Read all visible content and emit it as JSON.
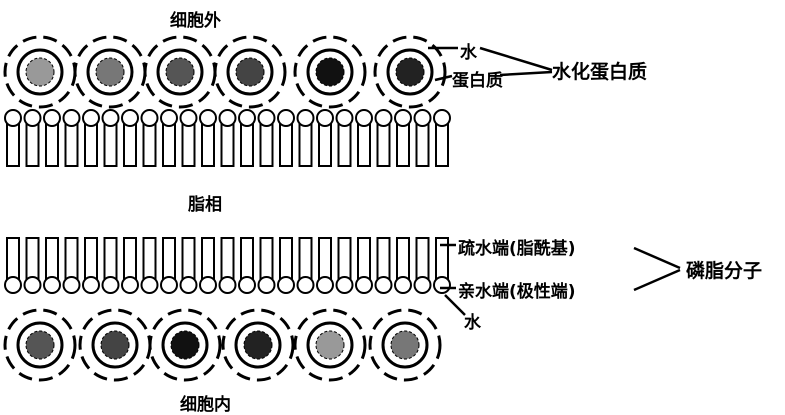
{
  "labels": {
    "extracellular": "细胞外",
    "water_top": "水",
    "protein": "蛋白质",
    "hydrated_protein": "水化蛋白质",
    "lipid_phase": "脂相",
    "hydrophobic_end": "疏水端(脂酰基)",
    "hydrophilic_end": "亲水端(极性端)",
    "phospholipid": "磷脂分子",
    "water_bottom": "水",
    "intracellular": "细胞内"
  }
}
